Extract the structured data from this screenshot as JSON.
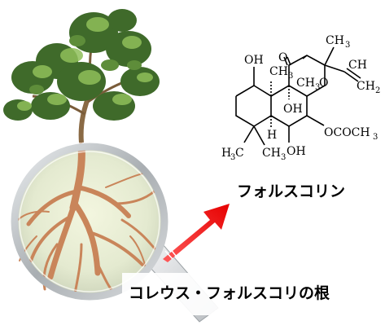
{
  "structure": {
    "labels": {
      "oh_top": "OH",
      "o_ketone": "O",
      "ch3_top_right": "CH",
      "ch3_top_right_sub": "3",
      "ch3_ring": "CH",
      "ch3_ring_sub": "3",
      "ch3_mid": "CH",
      "ch3_mid_sub": "3",
      "o_pyran": "O",
      "oh_center": "OH",
      "vinyl": "CH",
      "vinyl_sub": "2",
      "h_label": "H",
      "h3c_bottom": "H",
      "h3c_bottom_sub": "3",
      "h3c_bottom_c": "C",
      "ch3_bottom": "CH",
      "ch3_bottom_sub": "3",
      "oh_bottom": "OH",
      "ococh3": "OCOCH",
      "ococh3_sub": "3"
    }
  },
  "compound_name": "フォルスコリン",
  "plant_caption": "コレウス・フォルスコリの根",
  "colors": {
    "arrow": "#ff1a1a",
    "leaf_dark": "#3f6a2a",
    "leaf_light": "#8fbf5a",
    "root": "#c9855a",
    "lens_rim": "#bfc3c6"
  }
}
